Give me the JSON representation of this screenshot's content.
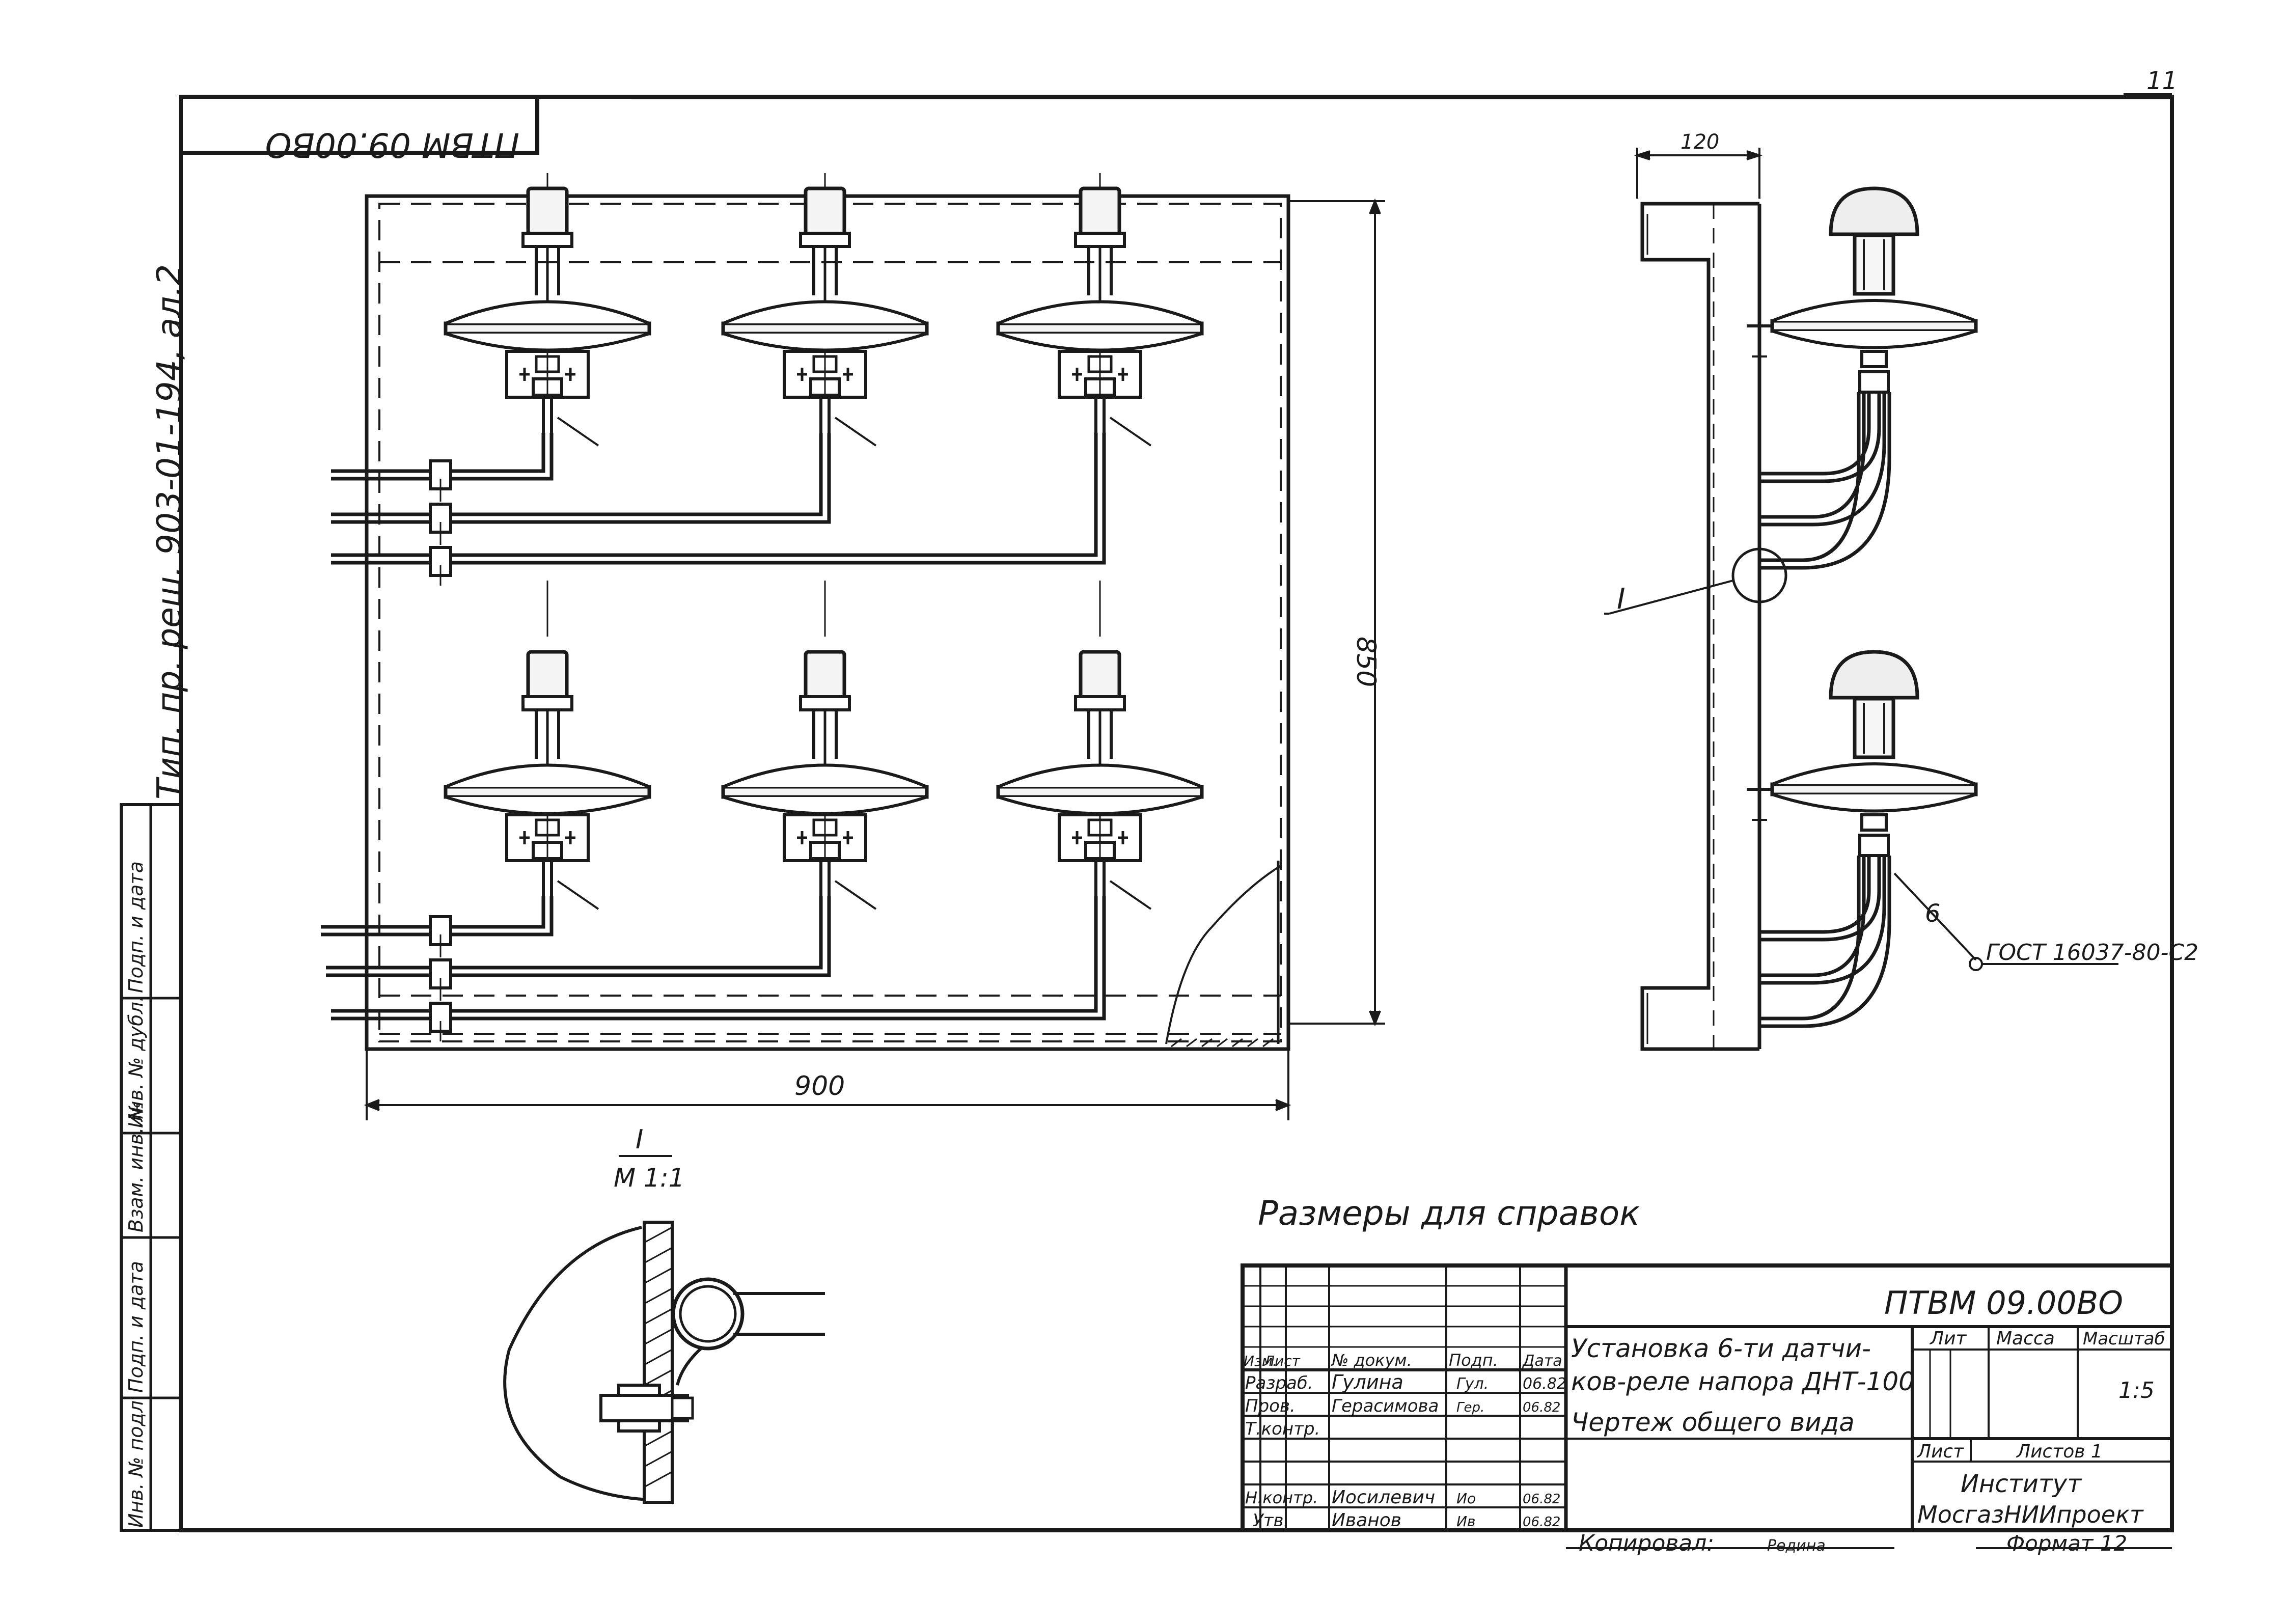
{
  "sheet_no": "11",
  "code": "ПТВМ 09.00ВО",
  "code_rotated": "ПТВМ 09.00ВО",
  "side_ref": "Тип. пр. реш. 903-01-194, ал.2",
  "side_columns": [
    "Инв. № подл.",
    "Подп. и дата",
    "Взам. инв. №",
    "Инв. № дубл.",
    "Подп. и дата"
  ],
  "dims": {
    "height": "850",
    "width": "900",
    "offset": "120"
  },
  "callout_I": "I",
  "detail_label": "I",
  "detail_scale": "М 1:1",
  "callout_6": "6",
  "gost": "ГОСТ 16037-80-С2",
  "note": "Размеры для справок",
  "title_block": {
    "code": "ПТВМ 09.00ВО",
    "title": [
      "Установка 6-ти датчи-",
      "ков-реле напора ДНТ-100"
    ],
    "subtitle": "Чертеж общего вида",
    "head": [
      "Изм.",
      "Лист",
      "№ докум.",
      "Подп.",
      "Дата"
    ],
    "rows": [
      {
        "role": "Разраб.",
        "name": "Гулина",
        "sign": "Гул.",
        "date": "06.82"
      },
      {
        "role": "Пров.",
        "name": "Герасимова",
        "sign": "Гер.",
        "date": "06.82"
      },
      {
        "role": "Т.контр.",
        "name": "",
        "sign": "",
        "date": ""
      },
      {
        "role": "Н.контр.",
        "name": "Иосилевич",
        "sign": "Ио",
        "date": "06.82"
      },
      {
        "role": "Утв.",
        "name": "Иванов",
        "sign": "Ив",
        "date": "06.82"
      }
    ],
    "lit": "Лит",
    "mass": "Масса",
    "scale_label": "Масштаб",
    "scale": "1:5",
    "sheet_label": "Лист",
    "sheets_label": "Листов 1",
    "org": [
      "Институт",
      "МосгазНИИпроект"
    ],
    "copied": "Копировал:",
    "copier": "Редина",
    "format": "Формат 12"
  }
}
